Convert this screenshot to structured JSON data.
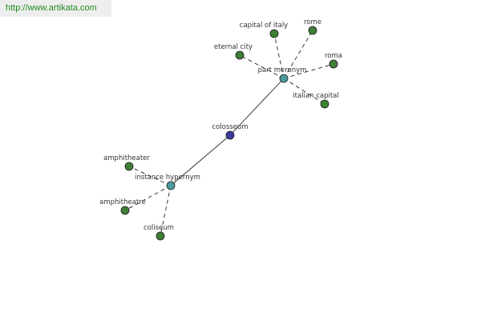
{
  "watermark": {
    "url": "http://www.artikata.com"
  },
  "colors": {
    "center_node": "#3a3a99",
    "relation_node": "#4d9aa0",
    "term_node": "#3f7f36",
    "edge": "#222222",
    "label": "#333333",
    "url_text": "#228b22"
  },
  "graph": {
    "center": {
      "id": "colosseum",
      "label": "colosseum"
    },
    "relations": [
      {
        "id": "part_meronym",
        "label": "part meronym"
      },
      {
        "id": "instance_hypernym",
        "label": "instance hypernym"
      }
    ],
    "terms": [
      {
        "id": "capital_of_italy",
        "label": "capital of italy",
        "relation": "part_meronym"
      },
      {
        "id": "rome",
        "label": "rome",
        "relation": "part_meronym"
      },
      {
        "id": "eternal_city",
        "label": "eternal city",
        "relation": "part_meronym"
      },
      {
        "id": "roma",
        "label": "roma",
        "relation": "part_meronym"
      },
      {
        "id": "italian_capital",
        "label": "italian capital",
        "relation": "part_meronym"
      },
      {
        "id": "amphitheater",
        "label": "amphitheater",
        "relation": "instance_hypernym"
      },
      {
        "id": "amphitheatre",
        "label": "amphitheatre",
        "relation": "instance_hypernym"
      },
      {
        "id": "coliseum",
        "label": "coliseum",
        "relation": "instance_hypernym"
      }
    ]
  }
}
